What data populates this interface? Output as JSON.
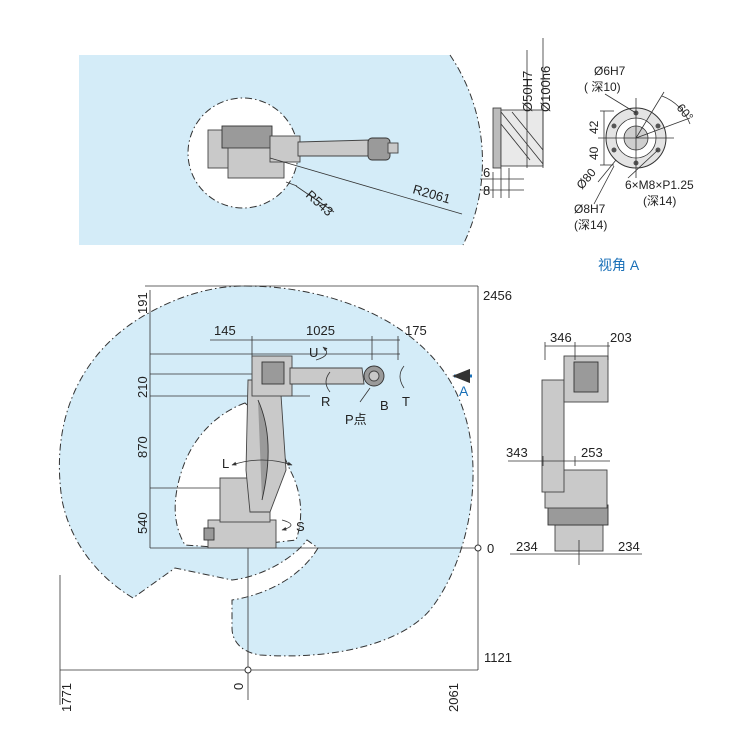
{
  "colors": {
    "envelope": "#d4ecf8",
    "accent": "#1a70b8",
    "line": "#333333"
  },
  "top_view": {
    "radius_outer": "R2061",
    "radius_inner": "R543"
  },
  "flange_side": {
    "d_inner": "Ø50H7",
    "d_outer": "Ø100h6",
    "t1": "6",
    "t2": "8"
  },
  "flange_face": {
    "hole_top": "Ø6H7",
    "hole_top_depth": "( 深10)",
    "angle": "60°",
    "d42": "42",
    "d40": "40",
    "d80": "Ø80",
    "tap": "6×M8×P1.25",
    "tap_depth": "(深14)",
    "hole_bottom": "Ø8H7",
    "hole_bottom_depth": "(深14)",
    "view_caption": "视角 A"
  },
  "side_view": {
    "top_height": "2456",
    "bottom_depth": "1121",
    "zero_right": "0",
    "zero_bottom": "0",
    "left_reach": "1771",
    "right_reach": "2061",
    "v191": "191",
    "v210": "210",
    "v870": "870",
    "v540": "540",
    "h145": "145",
    "h1025": "1025",
    "h175": "175",
    "axis_u": "U",
    "axis_r": "R",
    "axis_b": "B",
    "axis_t": "T",
    "axis_l": "L",
    "axis_s": "S",
    "p_point": "P点",
    "view_arrow": "A"
  },
  "front_view": {
    "w346": "346",
    "w203": "203",
    "w343": "343",
    "w253": "253",
    "w234l": "234",
    "w234r": "234"
  }
}
